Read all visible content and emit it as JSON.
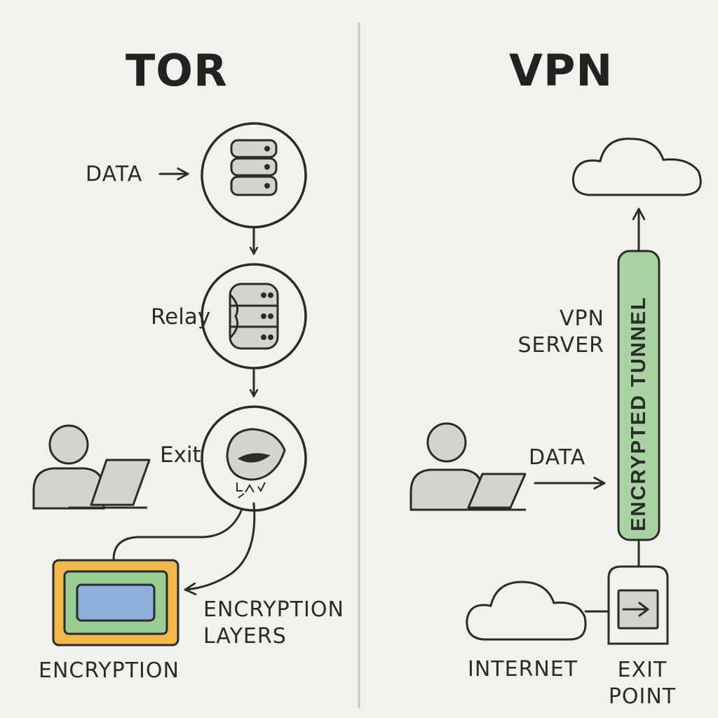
{
  "tor": {
    "title": "TOR",
    "data_label": "DATA",
    "relay_label": "Relay",
    "exit_label": "Exit",
    "encryption_layers_line1": "ENCRYPTION",
    "encryption_layers_line2": "LAYERS",
    "encryption_label": "ENCRYPTION"
  },
  "vpn": {
    "title": "VPN",
    "vpn_server_line1": "VPN",
    "vpn_server_line2": "SERVER",
    "data_label": "DATA",
    "tunnel_label": "ENCRYPTED TUNNEL",
    "internet_label": "INTERNET",
    "exit_point_line1": "EXIT",
    "exit_point_line2": "POINT"
  },
  "colors": {
    "background": "#f2f1ec",
    "stroke": "#2b2b2b",
    "icon_fill": "#d5d3ce",
    "tunnel_green": "#a9d3a2",
    "encryption_outer_orange": "#f2b84b",
    "encryption_middle_green": "#9ccc95",
    "encryption_inner_blue": "#8fb0dc"
  },
  "icons": [
    "database-icon",
    "server-icon",
    "exit-node-icon",
    "user-icon",
    "laptop-icon",
    "cloud-icon",
    "exit-door-icon",
    "arrow-icon"
  ]
}
